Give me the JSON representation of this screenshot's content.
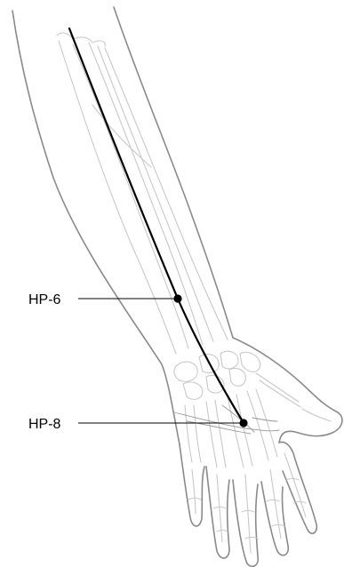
{
  "points": [
    {
      "id": "hp6",
      "label": "HP-6"
    },
    {
      "id": "hp8",
      "label": "HP-8"
    }
  ],
  "colors": {
    "meridian": "#000000",
    "outline": "#8a8a8a",
    "bones": "#c8c8c8",
    "background": "#ffffff"
  }
}
